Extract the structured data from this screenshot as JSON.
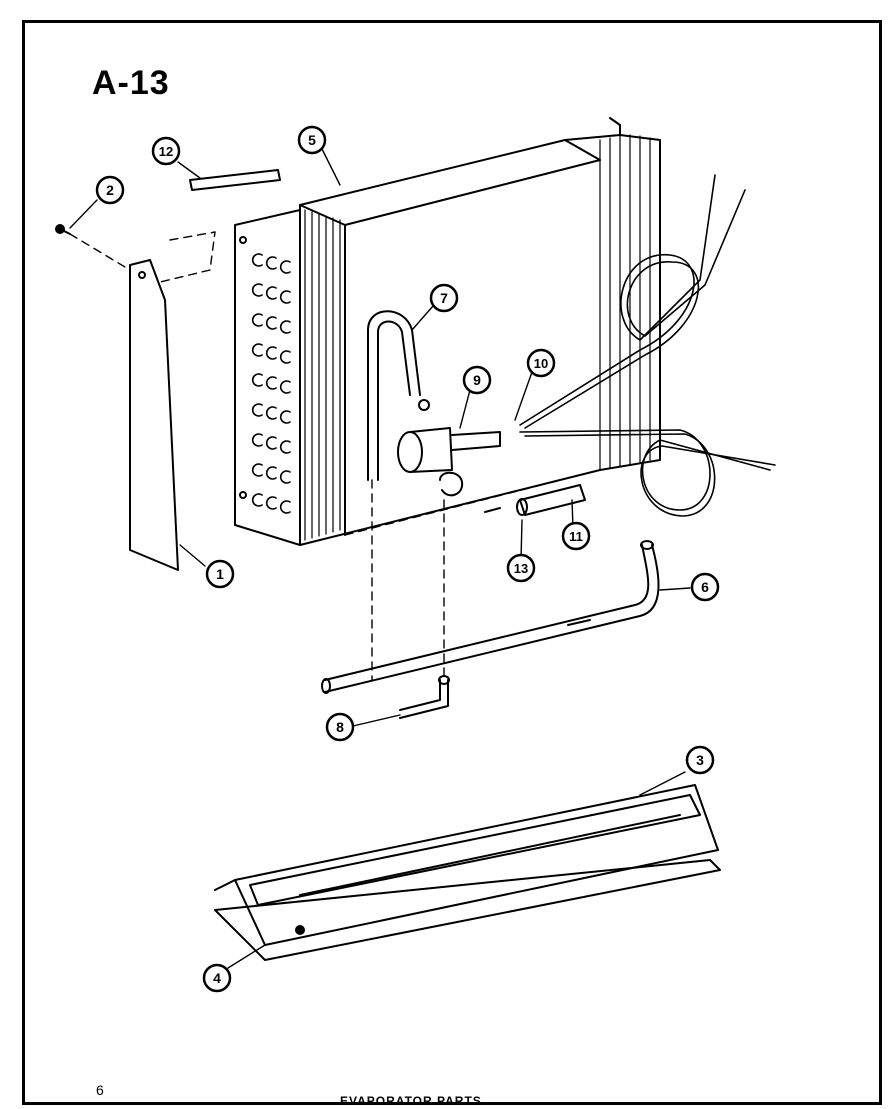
{
  "diagram": {
    "title": "A-13",
    "page_number": "6",
    "caption": "EVAPORATOR PARTS",
    "callouts": [
      {
        "id": "c1",
        "label": "1"
      },
      {
        "id": "c2",
        "label": "2"
      },
      {
        "id": "c3",
        "label": "3"
      },
      {
        "id": "c4",
        "label": "4"
      },
      {
        "id": "c5",
        "label": "5"
      },
      {
        "id": "c6",
        "label": "6"
      },
      {
        "id": "c7",
        "label": "7"
      },
      {
        "id": "c8",
        "label": "8"
      },
      {
        "id": "c9",
        "label": "9"
      },
      {
        "id": "c10",
        "label": "10"
      },
      {
        "id": "c11",
        "label": "11"
      },
      {
        "id": "c12",
        "label": "12"
      },
      {
        "id": "c13",
        "label": "13"
      }
    ]
  },
  "colors": {
    "ink": "#000000",
    "paper": "#ffffff"
  }
}
